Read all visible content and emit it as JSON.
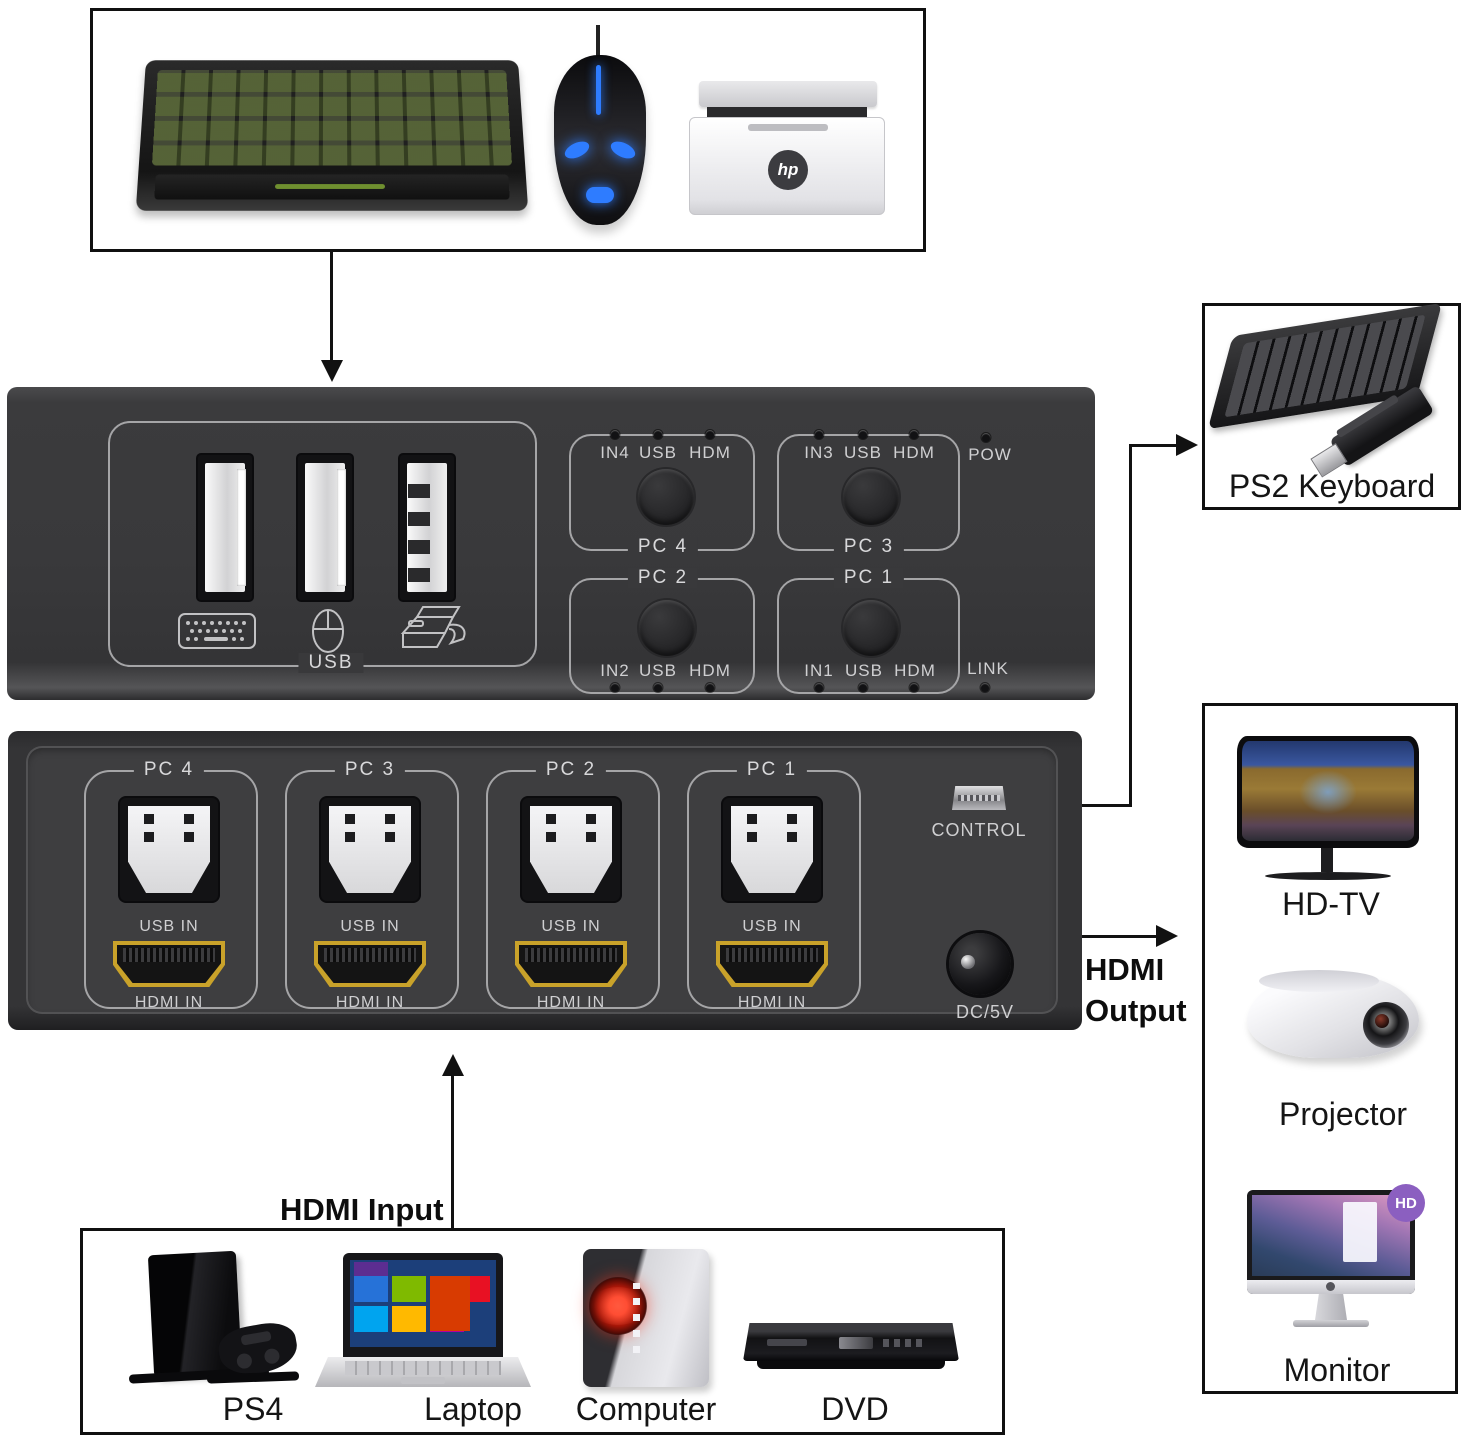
{
  "colors": {
    "device_body": "#39393b",
    "device_panel": "#3e3e40",
    "panel_text": "#cfcfd1",
    "hdmi_gold": "#c9a22a",
    "arrow": "#111111",
    "badge_purple": "#8b5fc0"
  },
  "top_box": {
    "devices": [
      "gaming-keyboard",
      "gaming-mouse",
      "printer"
    ],
    "printer_logo": "hp"
  },
  "kvm_front": {
    "usb_section": {
      "label": "USB",
      "port_icons": [
        "keyboard-icon",
        "mouse-icon",
        "printer-icon"
      ]
    },
    "groups": [
      {
        "name": "PC 4",
        "leds": [
          "IN4",
          "USB",
          "HDM"
        ],
        "led_position": "top"
      },
      {
        "name": "PC 3",
        "leds": [
          "IN3",
          "USB",
          "HDM"
        ],
        "led_position": "top"
      },
      {
        "name": "PC 2",
        "leds": [
          "IN2",
          "USB",
          "HDM"
        ],
        "led_position": "bottom"
      },
      {
        "name": "PC 1",
        "leds": [
          "IN1",
          "USB",
          "HDM"
        ],
        "led_position": "bottom"
      }
    ],
    "pow_label": "POW",
    "link_label": "LINK"
  },
  "kvm_rear": {
    "groups": [
      {
        "name": "PC 4",
        "usb_label": "USB IN",
        "hdmi_label": "HDMI IN"
      },
      {
        "name": "PC 3",
        "usb_label": "USB IN",
        "hdmi_label": "HDMI IN"
      },
      {
        "name": "PC 2",
        "usb_label": "USB IN",
        "hdmi_label": "HDMI IN"
      },
      {
        "name": "PC 1",
        "usb_label": "USB IN",
        "hdmi_label": "HDMI IN"
      }
    ],
    "control_label": "CONTROL",
    "dc_label": "DC/5V"
  },
  "ps2_box": {
    "label": "PS2 Keyboard"
  },
  "output_box": {
    "items": [
      {
        "label": "HD-TV"
      },
      {
        "label": "Projector"
      },
      {
        "label": "Monitor"
      }
    ],
    "monitor_badge": "HD"
  },
  "input_box": {
    "items": [
      {
        "label": "PS4"
      },
      {
        "label": "Laptop"
      },
      {
        "label": "Computer"
      },
      {
        "label": "DVD"
      }
    ]
  },
  "annotations": {
    "hdmi_output_line1": "HDMI",
    "hdmi_output_line2": "Output",
    "hdmi_input": "HDMI Input"
  }
}
